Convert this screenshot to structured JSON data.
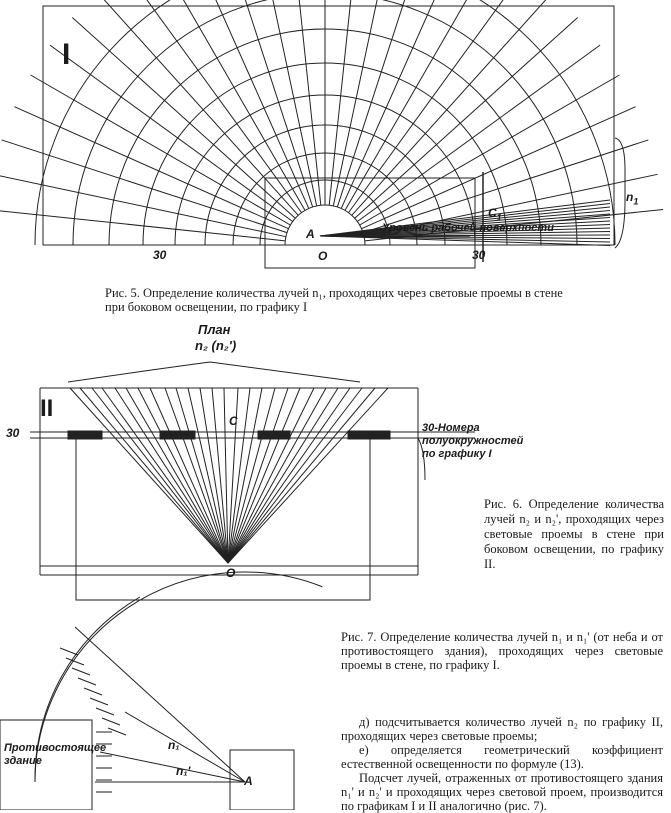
{
  "figure5": {
    "roman": "I",
    "label_a": "A",
    "label_o": "O",
    "label_30_left": "30",
    "label_30_right": "30",
    "label_c1": "C",
    "label_c1_sub": "1",
    "label_n1": "n",
    "label_n1_sub": "1",
    "work_surface": "Уровень рабочей поверхности",
    "caption": "Рис. 5. Определение количества лучей n₁, проходящих через световые проемы в стене при боковом освещении, по графику I"
  },
  "figure6": {
    "plan": "План",
    "n2": "n₂ (n₂')",
    "roman": "II",
    "label_30": "30",
    "label_c": "C",
    "label_o": "O",
    "side_note": "30-Номера полуокружностей по графику I",
    "caption": "Рис. 6. Определение количества лучей n₂ и n₂', проходящих через световые проемы в стене при боковом освещении, по графику II."
  },
  "figure7": {
    "building": "Противостоящее здание",
    "label_n1": "n₁",
    "label_n1p": "n₁'",
    "label_a": "A",
    "caption": "Рис. 7. Определение количества лучей n₁ и n₁' (от неба и от противостоящего здания), проходящих через световые проемы в стене, по графику I."
  },
  "body_text": {
    "item_d": "д) подсчитывается количество лучей n₂ по графику II, проходящих через световые проемы;",
    "item_e": "е) определяется геометрический коэффициент естественной освещенности по формуле (13).",
    "paragraph": "Подсчет лучей, отраженных от противостоящего здания n₁' и n₂' и проходящих через световой проем, производится по графикам I и II аналогично (рис. 7)."
  }
}
